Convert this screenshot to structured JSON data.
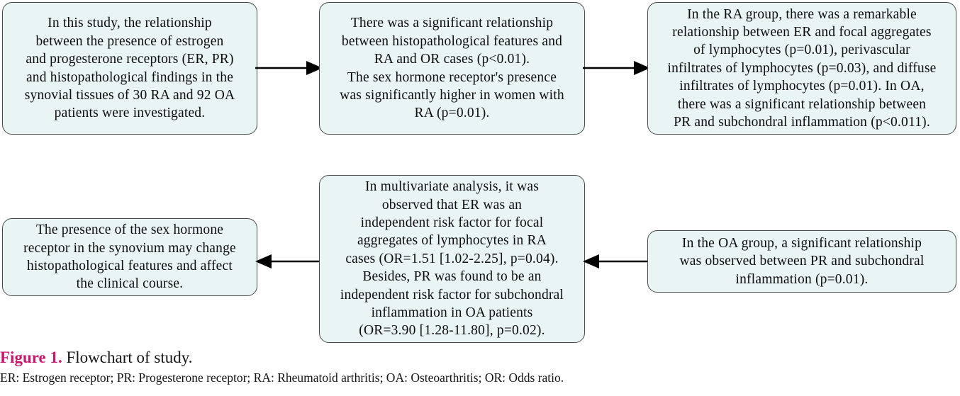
{
  "figure": {
    "caption_label": "Figure 1.",
    "caption_text": " Flowchart of study.",
    "footnote": "ER: Estrogen receptor; PR: Progesterone receptor; RA: Rheumatoid arthritis; OA: Osteoarthritis; OR: Odds ratio.",
    "label_color": "#c9176b",
    "box_fill": "#e9f4f4",
    "box_border": "#4a4a4a",
    "arrow_color": "#000000",
    "background": "#ffffff"
  },
  "flowchart": {
    "type": "flowchart",
    "direction": "left-to-right top row, right-to-left bottom row",
    "boxes": [
      {
        "id": "study",
        "row": "top",
        "order": 1,
        "text": "In this study, the relationship\nbetween the presence of estrogen\nand progesterone receptors (ER, PR)\nand histopathological findings in the\nsynovial tissues of 30 RA and 92 OA\npatients were investigated."
      },
      {
        "id": "significance",
        "row": "top",
        "order": 2,
        "text": "There was a significant relationship\nbetween histopathological features and\nRA and OR cases (p<0.01).\nThe sex hormone receptor's presence\nwas significantly higher in women with\nRA (p=0.01)."
      },
      {
        "id": "ra-group",
        "row": "top",
        "order": 3,
        "text": "In the RA group, there was a remarkable\nrelationship between ER and focal aggregates\nof lymphocytes (p=0.01), perivascular\ninfiltrates of lymphocytes (p=0.03), and diffuse\ninfiltrates of lymphocytes (p=0.01). In OA,\nthere was a significant relationship between\nPR and subchondral inflammation (p<0.011)."
      },
      {
        "id": "oa-group",
        "row": "bottom",
        "order": 4,
        "text": "In the OA group, a significant relationship\nwas observed between PR and subchondral\ninflammation (p=0.01)."
      },
      {
        "id": "multivariate",
        "row": "bottom",
        "order": 5,
        "text": "In multivariate analysis, it was\nobserved that ER was an\nindependent risk factor for focal\naggregates of lymphocytes in RA\ncases (OR=1.51 [1.02-2.25], p=0.04).\nBesides, PR was found to be an\nindependent risk factor for subchondral\ninflammation in OA patients\n(OR=3.90 [1.28-11.80], p=0.02)."
      },
      {
        "id": "conclusion",
        "row": "bottom",
        "order": 6,
        "text": "The presence of the sex hormone\nreceptor in the synovium may change\nhistopathological features and affect\nthe clinical course."
      }
    ],
    "arrows": [
      {
        "id": "study-to-significance",
        "from": "study",
        "to": "significance",
        "direction": "right"
      },
      {
        "id": "significance-to-ra-group",
        "from": "significance",
        "to": "ra-group",
        "direction": "right"
      },
      {
        "id": "oa-group-to-multivariate",
        "from": "oa-group",
        "to": "multivariate",
        "direction": "left"
      },
      {
        "id": "multivariate-to-conclusion",
        "from": "multivariate",
        "to": "conclusion",
        "direction": "left"
      }
    ]
  }
}
